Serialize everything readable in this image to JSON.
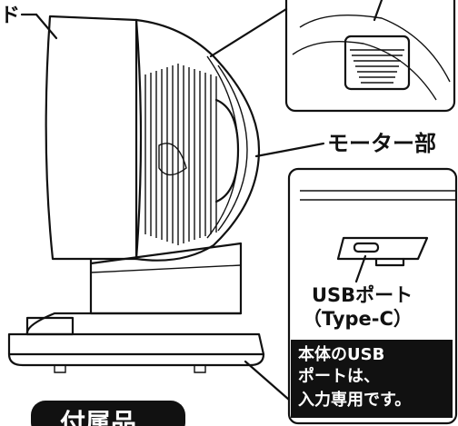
{
  "labels": {
    "top_left_fragment": "ド",
    "motor": "モーター部",
    "usb_line1": "USBポート",
    "usb_line2": "（Type-C）",
    "note_line1": "本体のUSB",
    "note_line2": "ポートは、",
    "note_line3": "入力専用です。",
    "accessories": "付属品"
  },
  "colors": {
    "stroke": "#111111",
    "note_bg": "#111111",
    "note_text": "#ffffff",
    "fan_body": "#ffffff"
  }
}
